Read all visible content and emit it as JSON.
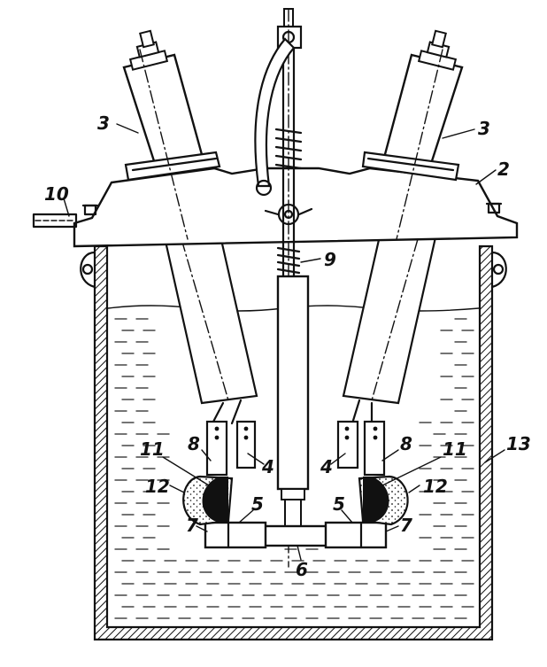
{
  "labels": {
    "bushing_left": "3",
    "bushing_right": "3",
    "cover": "2",
    "terminal": "10",
    "spring": "9",
    "contact_left": "8",
    "contact_right": "8",
    "rod_left": "4",
    "rod_right": "4",
    "arc_left": "11",
    "arc_right": "11",
    "sleeve_left": "12",
    "sleeve_right": "12",
    "tank": "13",
    "bridge_left": "5",
    "bridge_right": "5",
    "tip_left": "7",
    "tip_right": "7",
    "traverse": "6"
  },
  "colors": {
    "ink": "#111111",
    "paper": "#ffffff"
  }
}
